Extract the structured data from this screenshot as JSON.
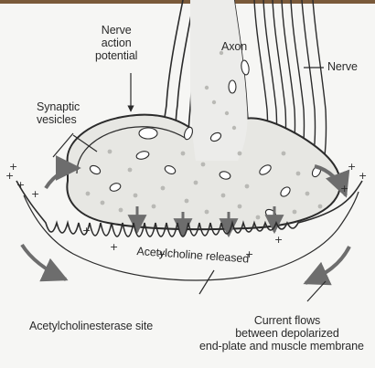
{
  "diagram": {
    "labels": {
      "nerve_action_potential": [
        "Nerve",
        "action",
        "potential"
      ],
      "axon": "Axon",
      "nerve": "Nerve",
      "synaptic_vesicles": [
        "Synaptic",
        "vesicles"
      ],
      "acetylcholine_released": "Acetylcholine released",
      "acetylcholinesterase_site": "Acetylcholinesterase site",
      "current_flows": [
        "Current flows",
        "between depolarized",
        "end-plate and muscle membrane"
      ]
    },
    "colors": {
      "ink": "#2b2b2b",
      "terminal_fill": "#e7e7e3",
      "background": "#f6f6f4",
      "arrow_gray": "#6d6d6d",
      "top_strip": "#7a5a3a"
    }
  }
}
